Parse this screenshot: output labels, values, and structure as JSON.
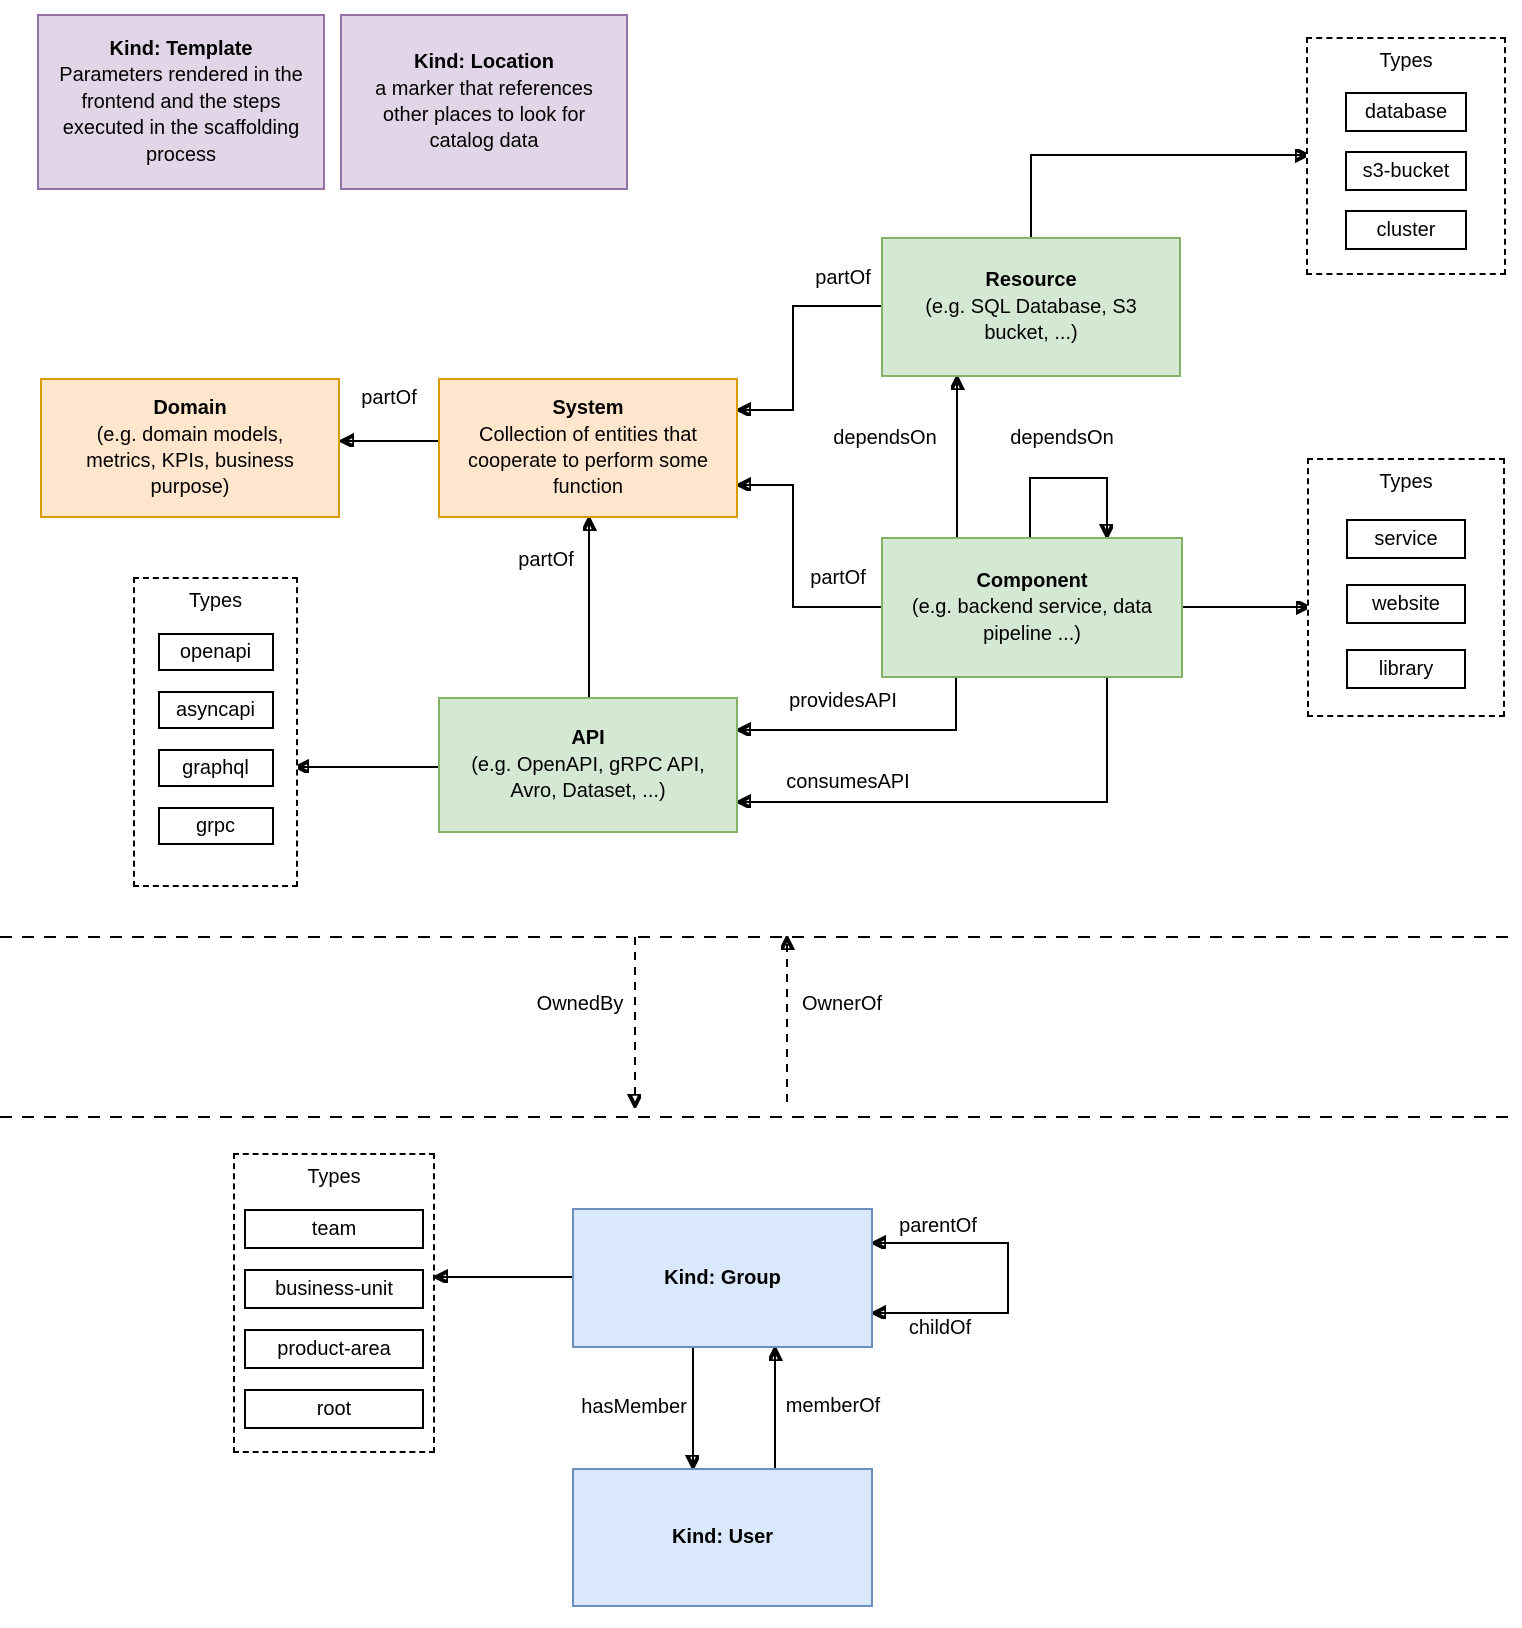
{
  "colors": {
    "purple_fill": "#E1D5E7",
    "purple_stroke": "#9673A6",
    "orange_fill": "#FFE6CC",
    "orange_stroke": "#D79B00",
    "green_fill": "#D5E8D4",
    "green_stroke": "#82B366",
    "blue_fill": "#DAE8FC",
    "blue_stroke": "#6C8EBF",
    "line": "#000000"
  },
  "entities": {
    "template": {
      "title": "Kind: Template",
      "description": "Parameters rendered in the frontend and the steps executed in  the scaffolding process"
    },
    "location": {
      "title": "Kind: Location",
      "description": "a marker that references other places to look for catalog data"
    },
    "resource": {
      "title": "Resource",
      "description": "(e.g. SQL Database, S3 bucket, ...)"
    },
    "domain": {
      "title": "Domain",
      "description": "(e.g.  domain models, metrics, KPIs, business purpose)"
    },
    "system": {
      "title": "System",
      "description": "Collection of entities that cooperate to perform some function"
    },
    "component": {
      "title": "Component",
      "description": "(e.g. backend service, data pipeline ...)"
    },
    "api": {
      "title": "API",
      "description": "(e.g. OpenAPI, gRPC API, Avro, Dataset, ...)"
    },
    "group": {
      "title": "Kind: Group"
    },
    "user": {
      "title": "Kind: User"
    }
  },
  "type_panels": {
    "resource": {
      "title": "Types",
      "items": [
        "database",
        "s3-bucket",
        "cluster"
      ]
    },
    "component": {
      "title": "Types",
      "items": [
        "service",
        "website",
        "library"
      ]
    },
    "api": {
      "title": "Types",
      "items": [
        "openapi",
        "asyncapi",
        "graphql",
        "grpc"
      ]
    },
    "group": {
      "title": "Types",
      "items": [
        "team",
        "business-unit",
        "product-area",
        "root"
      ]
    }
  },
  "edge_labels": {
    "partof_resource_to_system": "partOf",
    "partof_system_to_domain": "partOf",
    "partof_component_to_system": "partOf",
    "partof_api_to_system": "partOf",
    "dependson_component_to_resource": "dependsOn",
    "dependson_component_self": "dependsOn",
    "providesapi": "providesAPI",
    "consumesapi": "consumesAPI",
    "ownedby": "OwnedBy",
    "ownerof": "OwnerOf",
    "parentof": "parentOf",
    "childof": "childOf",
    "hasmember": "hasMember",
    "memberof": "memberOf"
  }
}
